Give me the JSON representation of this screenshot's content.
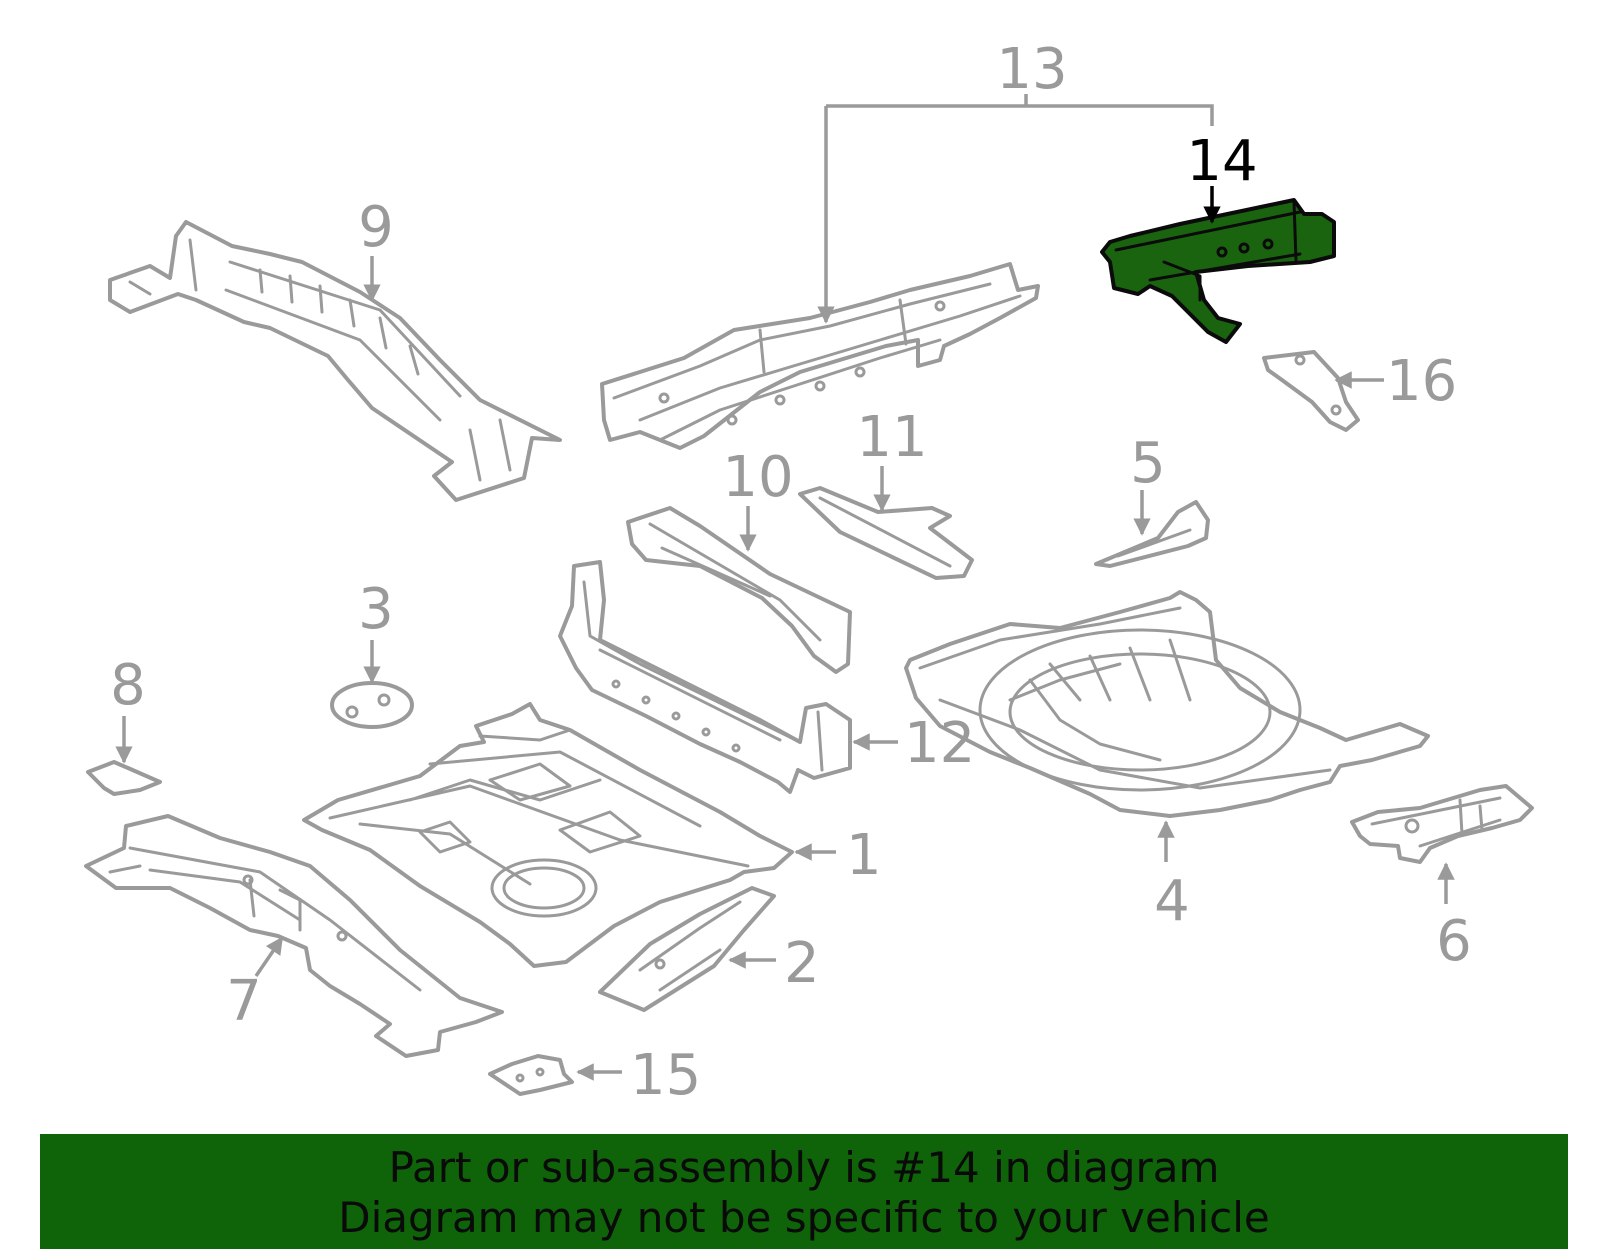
{
  "labels": {
    "p1": "1",
    "p2": "2",
    "p3": "3",
    "p4": "4",
    "p5": "5",
    "p6": "6",
    "p7": "7",
    "p8": "8",
    "p9": "9",
    "p10": "10",
    "p11": "11",
    "p12": "12",
    "p13": "13",
    "p14": "14",
    "p15": "15",
    "p16": "16"
  },
  "highlighted_part": "14",
  "colors": {
    "highlight": "#1a6410",
    "banner": "#0f6409",
    "outline": "#9a9a9a"
  },
  "banner": {
    "line1": "Part or sub-assembly is #14 in diagram",
    "line2": "Diagram may not be specific to your vehicle"
  }
}
